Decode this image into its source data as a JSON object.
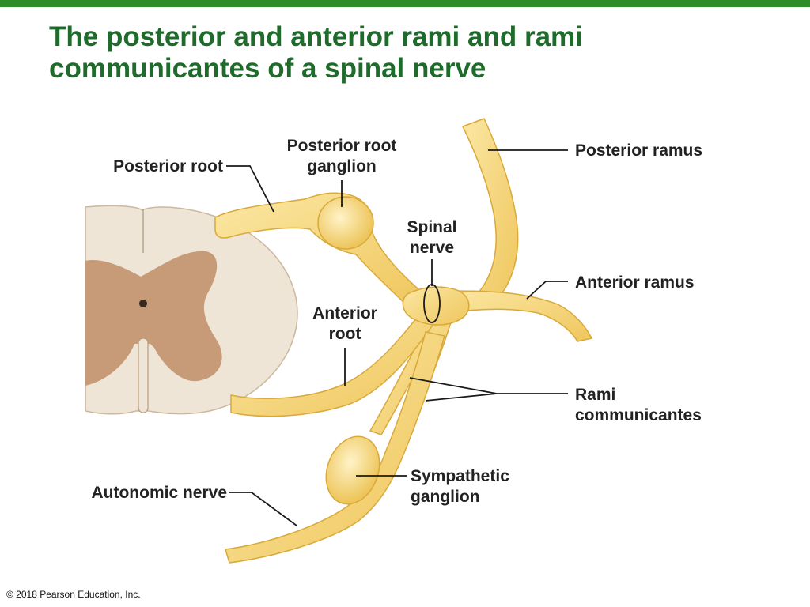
{
  "slide": {
    "title_line1": "The posterior and anterior rami and rami",
    "title_line2": "communicantes of a spinal nerve",
    "copyright": "© 2018 Pearson Education, Inc."
  },
  "labels": {
    "posterior_root": "Posterior root",
    "posterior_root_ganglion_1": "Posterior root",
    "posterior_root_ganglion_2": "ganglion",
    "posterior_ramus": "Posterior ramus",
    "spinal_nerve_1": "Spinal",
    "spinal_nerve_2": "nerve",
    "anterior_ramus": "Anterior ramus",
    "anterior_root_1": "Anterior",
    "anterior_root_2": "root",
    "rami_communicantes_1": "Rami",
    "rami_communicantes_2": "communicantes",
    "autonomic_nerve": "Autonomic nerve",
    "sympathetic_ganglion_1": "Sympathetic",
    "sympathetic_ganglion_2": "ganglion"
  },
  "colors": {
    "title": "#1f6b2c",
    "accent_bar": "#2e8b2a",
    "nerve_fill": "#f6d780",
    "nerve_edge": "#d9a93a",
    "white_matter": "#efe5d6",
    "gray_matter": "#c79a78"
  }
}
